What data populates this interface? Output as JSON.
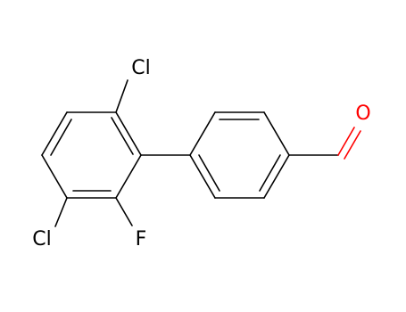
{
  "molecule": {
    "atoms": {
      "cl_top": {
        "label": "Cl",
        "color": "#000000"
      },
      "cl_bottom": {
        "label": "Cl",
        "color": "#000000"
      },
      "fluorine": {
        "label": "F",
        "color": "#000000"
      },
      "oxygen": {
        "label": "O",
        "color": "#ff0000"
      }
    }
  }
}
